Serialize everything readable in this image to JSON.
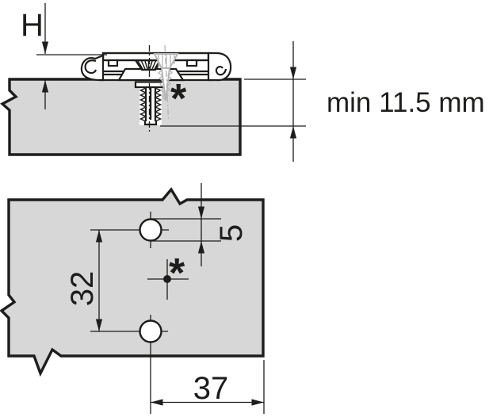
{
  "side_view": {
    "plate_height_label": "H",
    "min_panel_depth_label": "min 11.5 mm",
    "note_marker": "*"
  },
  "plan_view": {
    "hole_diameter_label": "5",
    "hole_spacing_label": "32",
    "front_edge_distance_label": "37",
    "note_marker": "*"
  },
  "colors": {
    "line": "#1d1d1b",
    "panel_fill": "#d7d7d7",
    "ghost_gray": "#b5b5b5",
    "background": "#ffffff"
  }
}
